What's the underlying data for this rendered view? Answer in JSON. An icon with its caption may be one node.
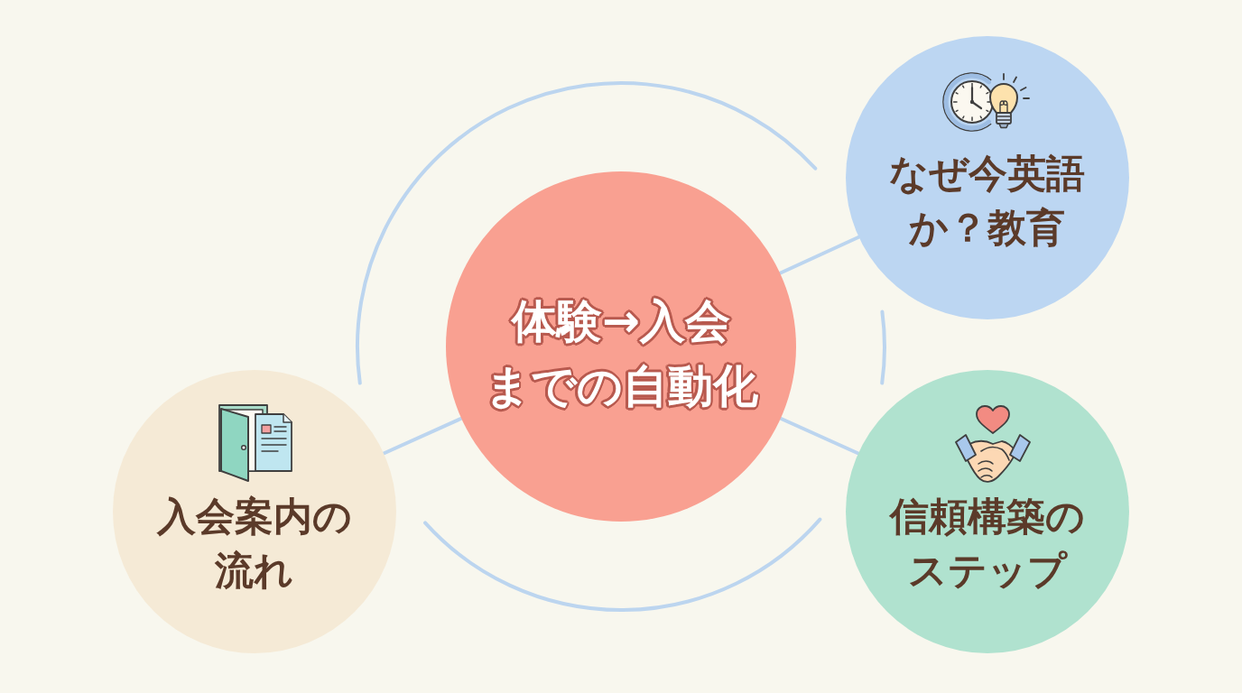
{
  "diagram": {
    "nodes": [
      {
        "text": [
          "体験→入会までの自動化"
        ]
      },
      {
        "text": [
          "なぜ今英語か？教育"
        ]
      },
      {
        "text": [
          "入会案内の流れ"
        ]
      },
      {
        "text": [
          "信頼構築のステップ"
        ]
      }
    ],
    "edges": [
      {
        "from": 0,
        "to": 1,
        "arrow": "none"
      },
      {
        "from": 0,
        "to": 3,
        "arrow": "none"
      },
      {
        "from": 0,
        "to": 2,
        "arrow": "none"
      }
    ]
  }
}
